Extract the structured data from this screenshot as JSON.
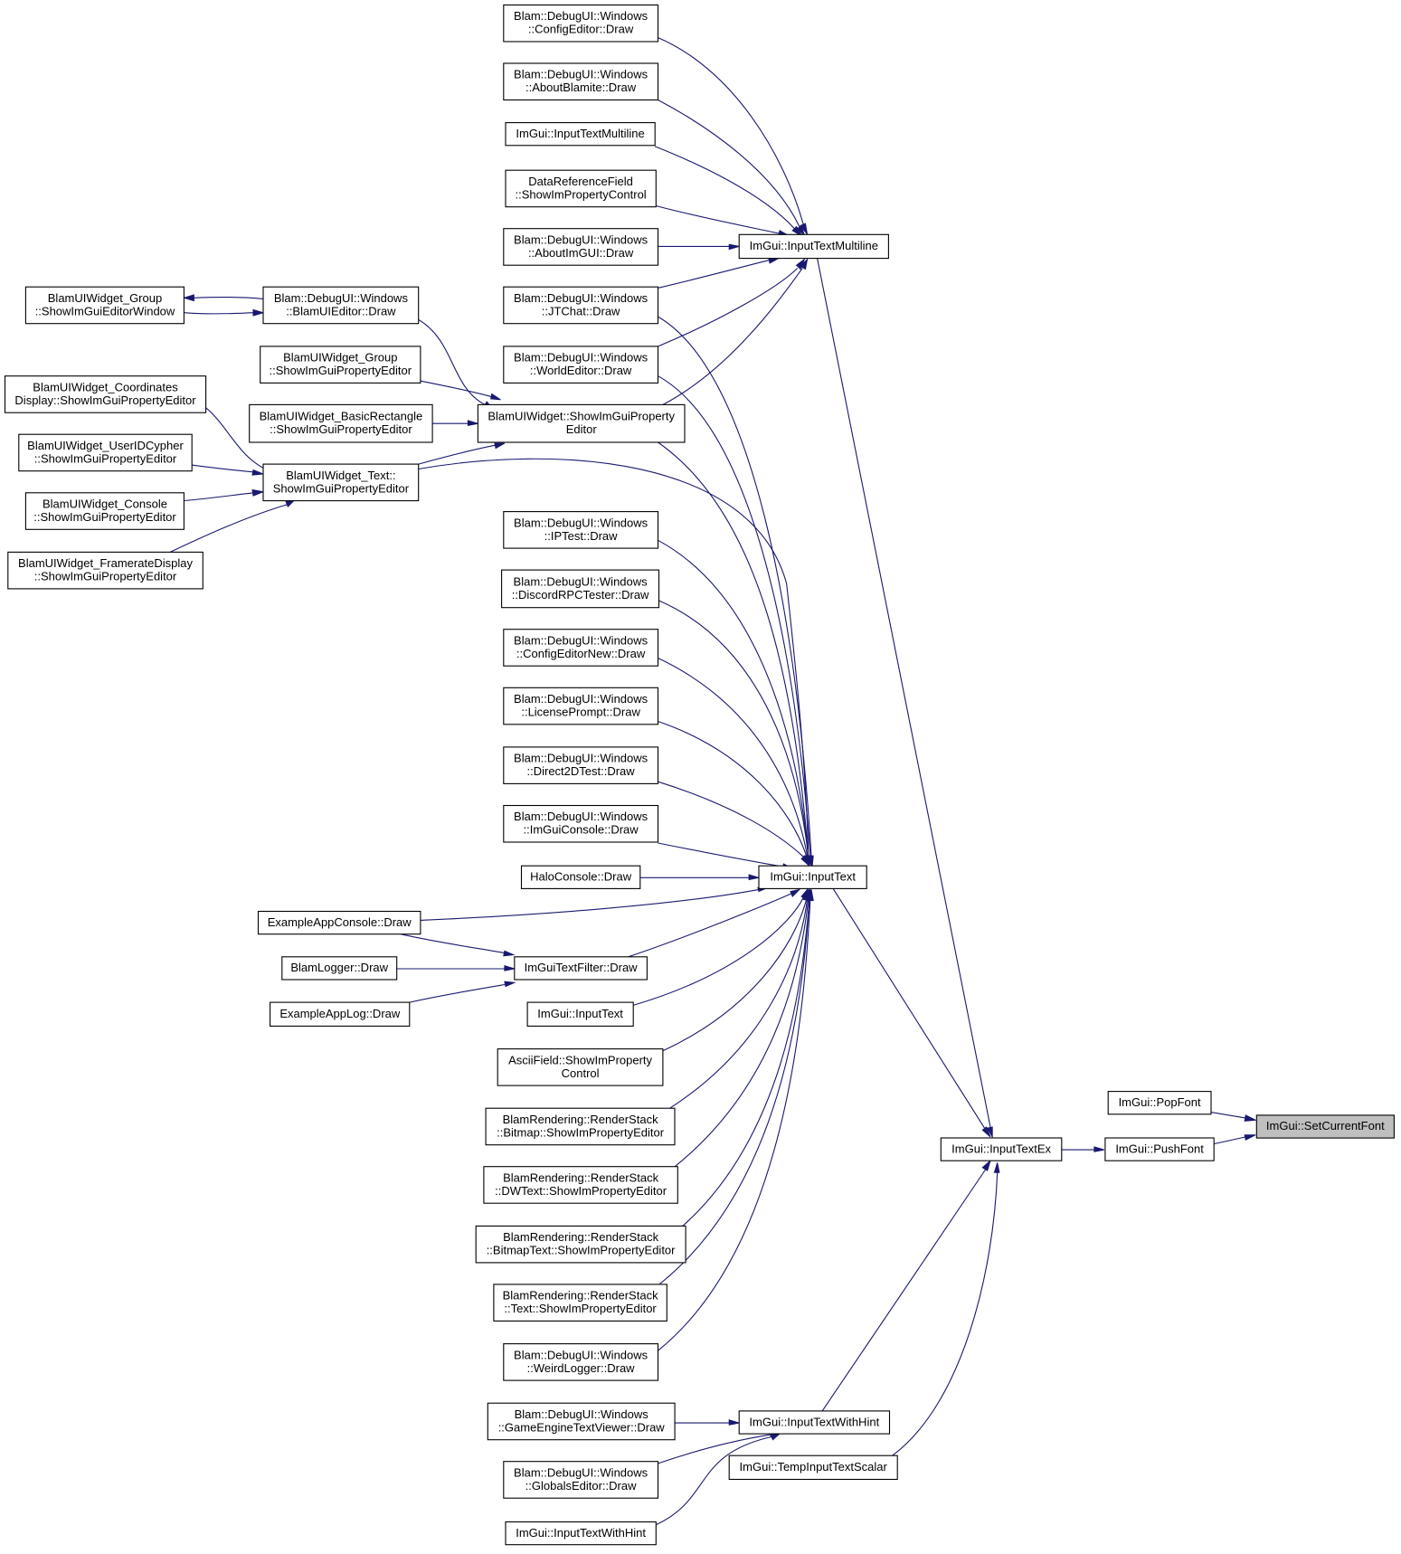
{
  "diagram": {
    "colors": {
      "edge": "#191970",
      "node_fill": "#ffffff",
      "node_highlight_fill": "#bfbfbf",
      "border": "#000000"
    },
    "nodes": [
      {
        "id": "setcurrentfont",
        "lines": [
          "ImGui::SetCurrentFont"
        ],
        "highlight": true
      },
      {
        "id": "popfont",
        "lines": [
          "ImGui::PopFont"
        ]
      },
      {
        "id": "pushfont",
        "lines": [
          "ImGui::PushFont"
        ]
      },
      {
        "id": "inputtextex",
        "lines": [
          "ImGui::InputTextEx"
        ]
      },
      {
        "id": "inputtextmultiline_main",
        "lines": [
          "ImGui::InputTextMultiline"
        ]
      },
      {
        "id": "inputtext_main",
        "lines": [
          "ImGui::InputText"
        ]
      },
      {
        "id": "inputtextwithhint_main",
        "lines": [
          "ImGui::InputTextWithHint"
        ]
      },
      {
        "id": "tempinputtextscalar",
        "lines": [
          "ImGui::TempInputTextScalar"
        ]
      },
      {
        "id": "configeditor",
        "lines": [
          "Blam::DebugUI::Windows",
          "::ConfigEditor::Draw"
        ]
      },
      {
        "id": "aboutblamite",
        "lines": [
          "Blam::DebugUI::Windows",
          "::AboutBlamite::Draw"
        ]
      },
      {
        "id": "imgui_itm2",
        "lines": [
          "ImGui::InputTextMultiline"
        ]
      },
      {
        "id": "datareffield",
        "lines": [
          "DataReferenceField",
          "::ShowImPropertyControl"
        ]
      },
      {
        "id": "aboutimgui",
        "lines": [
          "Blam::DebugUI::Windows",
          "::AboutImGUI::Draw"
        ]
      },
      {
        "id": "jtchat",
        "lines": [
          "Blam::DebugUI::Windows",
          "::JTChat::Draw"
        ]
      },
      {
        "id": "worldeditor",
        "lines": [
          "Blam::DebugUI::Windows",
          "::WorldEditor::Draw"
        ]
      },
      {
        "id": "blamuiwidget_spe",
        "lines": [
          "BlamUIWidget::ShowImGuiProperty",
          "Editor"
        ]
      },
      {
        "id": "blamuieditor",
        "lines": [
          "Blam::DebugUI::Windows",
          "::BlamUIEditor::Draw"
        ]
      },
      {
        "id": "group_editorwindow",
        "lines": [
          "BlamUIWidget_Group",
          "::ShowImGuiEditorWindow"
        ]
      },
      {
        "id": "group_propeditor",
        "lines": [
          "BlamUIWidget_Group",
          "::ShowImGuiPropertyEditor"
        ]
      },
      {
        "id": "basicrect",
        "lines": [
          "BlamUIWidget_BasicRectangle",
          "::ShowImGuiPropertyEditor"
        ]
      },
      {
        "id": "coords",
        "lines": [
          "BlamUIWidget_Coordinates",
          "Display::ShowImGuiPropertyEditor"
        ]
      },
      {
        "id": "widget_text",
        "lines": [
          "BlamUIWidget_Text::",
          "ShowImGuiPropertyEditor"
        ]
      },
      {
        "id": "useridcypher",
        "lines": [
          "BlamUIWidget_UserIDCypher",
          "::ShowImGuiPropertyEditor"
        ]
      },
      {
        "id": "widget_console",
        "lines": [
          "BlamUIWidget_Console",
          "::ShowImGuiPropertyEditor"
        ]
      },
      {
        "id": "framerate",
        "lines": [
          "BlamUIWidget_FramerateDisplay",
          "::ShowImGuiPropertyEditor"
        ]
      },
      {
        "id": "iptest",
        "lines": [
          "Blam::DebugUI::Windows",
          "::IPTest::Draw"
        ]
      },
      {
        "id": "discordrpc",
        "lines": [
          "Blam::DebugUI::Windows",
          "::DiscordRPCTester::Draw"
        ]
      },
      {
        "id": "configeditornew",
        "lines": [
          "Blam::DebugUI::Windows",
          "::ConfigEditorNew::Draw"
        ]
      },
      {
        "id": "licenseprompt",
        "lines": [
          "Blam::DebugUI::Windows",
          "::LicensePrompt::Draw"
        ]
      },
      {
        "id": "direct2dtest",
        "lines": [
          "Blam::DebugUI::Windows",
          "::Direct2DTest::Draw"
        ]
      },
      {
        "id": "imguiconsole",
        "lines": [
          "Blam::DebugUI::Windows",
          "::ImGuiConsole::Draw"
        ]
      },
      {
        "id": "haloconsole",
        "lines": [
          "HaloConsole::Draw"
        ]
      },
      {
        "id": "exampleappconsole",
        "lines": [
          "ExampleAppConsole::Draw"
        ]
      },
      {
        "id": "blamlogger",
        "lines": [
          "BlamLogger::Draw"
        ]
      },
      {
        "id": "imguitextfilter",
        "lines": [
          "ImGuiTextFilter::Draw"
        ]
      },
      {
        "id": "exampleapplog",
        "lines": [
          "ExampleAppLog::Draw"
        ]
      },
      {
        "id": "imgui_it2",
        "lines": [
          "ImGui::InputText"
        ]
      },
      {
        "id": "asciifield",
        "lines": [
          "AsciiField::ShowImProperty",
          "Control"
        ]
      },
      {
        "id": "rs_bitmap",
        "lines": [
          "BlamRendering::RenderStack",
          "::Bitmap::ShowImPropertyEditor"
        ]
      },
      {
        "id": "rs_dwtext",
        "lines": [
          "BlamRendering::RenderStack",
          "::DWText::ShowImPropertyEditor"
        ]
      },
      {
        "id": "rs_bitmaptext",
        "lines": [
          "BlamRendering::RenderStack",
          "::BitmapText::ShowImPropertyEditor"
        ]
      },
      {
        "id": "rs_text",
        "lines": [
          "BlamRendering::RenderStack",
          "::Text::ShowImPropertyEditor"
        ]
      },
      {
        "id": "weirdlogger",
        "lines": [
          "Blam::DebugUI::Windows",
          "::WeirdLogger::Draw"
        ]
      },
      {
        "id": "gameenginetextviewer",
        "lines": [
          "Blam::DebugUI::Windows",
          "::GameEngineTextViewer::Draw"
        ]
      },
      {
        "id": "globalseditor",
        "lines": [
          "Blam::DebugUI::Windows",
          "::GlobalsEditor::Draw"
        ]
      },
      {
        "id": "imgui_itwh2",
        "lines": [
          "ImGui::InputTextWithHint"
        ]
      }
    ],
    "edges": [
      {
        "from": "popfont",
        "to": "setcurrentfont"
      },
      {
        "from": "pushfont",
        "to": "setcurrentfont"
      },
      {
        "from": "inputtextex",
        "to": "pushfont"
      },
      {
        "from": "inputtextmultiline_main",
        "to": "inputtextex"
      },
      {
        "from": "inputtext_main",
        "to": "inputtextex"
      },
      {
        "from": "inputtextwithhint_main",
        "to": "inputtextex"
      },
      {
        "from": "tempinputtextscalar",
        "to": "inputtextex"
      },
      {
        "from": "configeditor",
        "to": "inputtextmultiline_main"
      },
      {
        "from": "aboutblamite",
        "to": "inputtextmultiline_main"
      },
      {
        "from": "imgui_itm2",
        "to": "inputtextmultiline_main"
      },
      {
        "from": "datareffield",
        "to": "inputtextmultiline_main"
      },
      {
        "from": "aboutimgui",
        "to": "inputtextmultiline_main"
      },
      {
        "from": "jtchat",
        "to": "inputtextmultiline_main"
      },
      {
        "from": "worldeditor",
        "to": "inputtextmultiline_main"
      },
      {
        "from": "blamuiwidget_spe",
        "to": "inputtextmultiline_main"
      },
      {
        "from": "jtchat",
        "to": "inputtext_main"
      },
      {
        "from": "worldeditor",
        "to": "inputtext_main"
      },
      {
        "from": "blamuiwidget_spe",
        "to": "inputtext_main"
      },
      {
        "from": "widget_text",
        "to": "inputtext_main"
      },
      {
        "from": "iptest",
        "to": "inputtext_main"
      },
      {
        "from": "discordrpc",
        "to": "inputtext_main"
      },
      {
        "from": "configeditornew",
        "to": "inputtext_main"
      },
      {
        "from": "licenseprompt",
        "to": "inputtext_main"
      },
      {
        "from": "direct2dtest",
        "to": "inputtext_main"
      },
      {
        "from": "imguiconsole",
        "to": "inputtext_main"
      },
      {
        "from": "haloconsole",
        "to": "inputtext_main"
      },
      {
        "from": "exampleappconsole",
        "to": "inputtext_main"
      },
      {
        "from": "imguitextfilter",
        "to": "inputtext_main"
      },
      {
        "from": "imgui_it2",
        "to": "inputtext_main"
      },
      {
        "from": "asciifield",
        "to": "inputtext_main"
      },
      {
        "from": "rs_bitmap",
        "to": "inputtext_main"
      },
      {
        "from": "rs_dwtext",
        "to": "inputtext_main"
      },
      {
        "from": "rs_bitmaptext",
        "to": "inputtext_main"
      },
      {
        "from": "rs_text",
        "to": "inputtext_main"
      },
      {
        "from": "weirdlogger",
        "to": "inputtext_main"
      },
      {
        "from": "blamuieditor",
        "to": "blamuiwidget_spe"
      },
      {
        "from": "group_propeditor",
        "to": "blamuiwidget_spe"
      },
      {
        "from": "basicrect",
        "to": "blamuiwidget_spe"
      },
      {
        "from": "widget_text",
        "to": "blamuiwidget_spe"
      },
      {
        "from": "group_editorwindow",
        "to": "blamuieditor"
      },
      {
        "from": "blamuieditor",
        "to": "group_editorwindow"
      },
      {
        "from": "coords",
        "to": "widget_text"
      },
      {
        "from": "useridcypher",
        "to": "widget_text"
      },
      {
        "from": "widget_console",
        "to": "widget_text"
      },
      {
        "from": "framerate",
        "to": "widget_text"
      },
      {
        "from": "exampleappconsole",
        "to": "imguitextfilter"
      },
      {
        "from": "blamlogger",
        "to": "imguitextfilter"
      },
      {
        "from": "exampleapplog",
        "to": "imguitextfilter"
      },
      {
        "from": "gameenginetextviewer",
        "to": "inputtextwithhint_main"
      },
      {
        "from": "globalseditor",
        "to": "inputtextwithhint_main"
      },
      {
        "from": "imgui_itwh2",
        "to": "inputtextwithhint_main"
      }
    ]
  }
}
